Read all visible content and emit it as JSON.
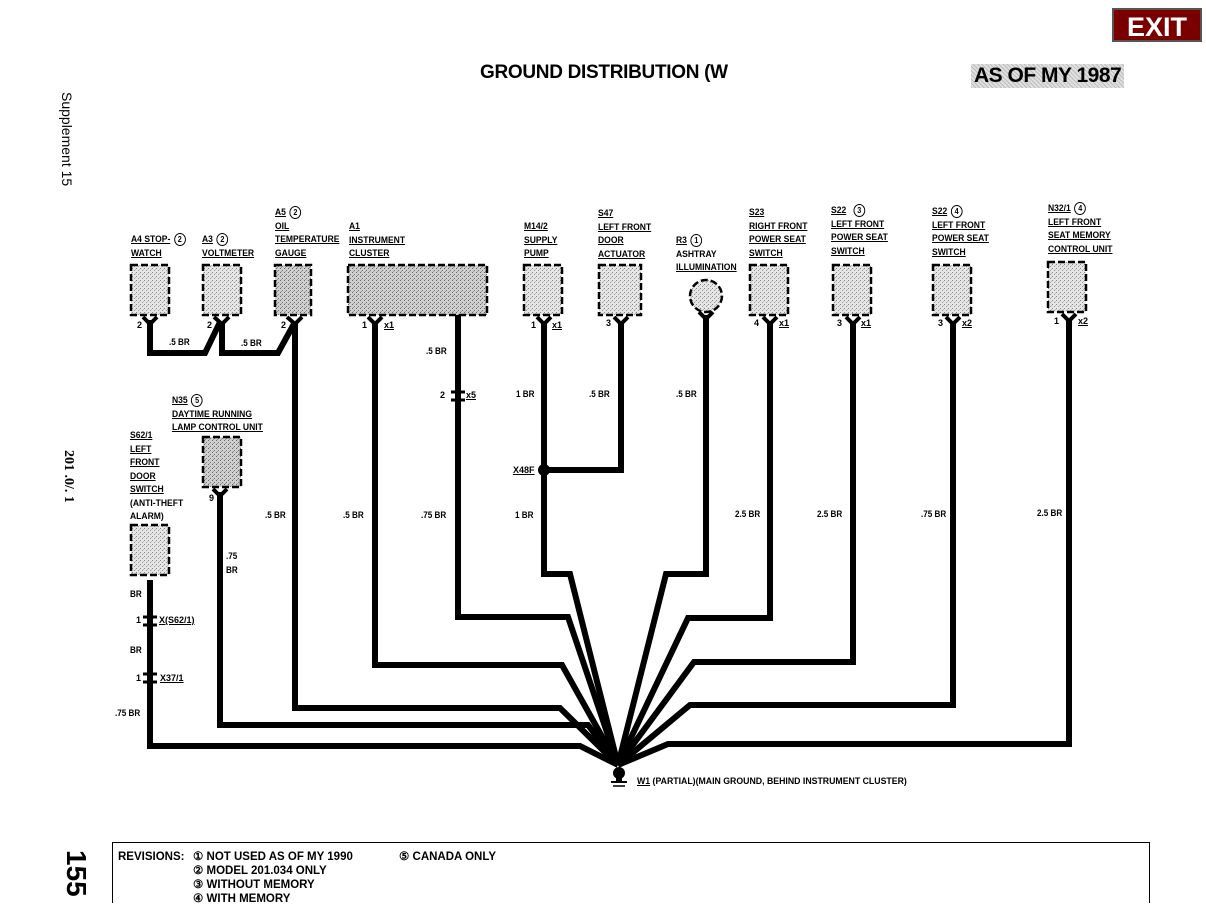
{
  "header": {
    "title": "GROUND DISTRIBUTION (W",
    "as_of": "AS OF MY 1987",
    "exit_label": "EXIT",
    "exit_color": "#7a0000",
    "side_supplement": "Supplement 15",
    "side_model": "201 .0/. 1",
    "page_number": "155"
  },
  "components": [
    {
      "id": "A4",
      "lines": [
        "STOP-",
        "WATCH"
      ],
      "note": "2",
      "pin": "2",
      "connector": ""
    },
    {
      "id": "A3",
      "lines": [
        "VOLTMETER"
      ],
      "note": "2",
      "pin": "2",
      "connector": ""
    },
    {
      "id": "A5",
      "lines": [
        "OIL",
        "TEMPERATURE",
        "GAUGE"
      ],
      "note": "2",
      "pin": "2",
      "connector": ""
    },
    {
      "id": "A1",
      "lines": [
        "INSTRUMENT",
        "CLUSTER"
      ],
      "note": "",
      "pin": "1",
      "connector": "x1"
    },
    {
      "id": "M14/2",
      "lines": [
        "SUPPLY",
        "PUMP"
      ],
      "note": "",
      "pin": "1",
      "connector": "x1"
    },
    {
      "id": "S47",
      "lines": [
        "LEFT FRONT",
        "DOOR",
        "ACTUATOR"
      ],
      "note": "",
      "pin": "3",
      "connector": ""
    },
    {
      "id": "R3",
      "lines": [
        "ASHTRAY",
        "ILLUMINATION"
      ],
      "note": "1",
      "pin": "",
      "connector": ""
    },
    {
      "id": "S23",
      "lines": [
        "RIGHT FRONT",
        "POWER SEAT",
        "SWITCH"
      ],
      "note": "",
      "pin": "4",
      "connector": "x1"
    },
    {
      "id": "S22",
      "lines": [
        "LEFT FRONT",
        "POWER SEAT",
        "SWITCH"
      ],
      "note": "3",
      "pin": "3",
      "connector": "x1"
    },
    {
      "id": "S22",
      "lines": [
        "LEFT FRONT",
        "POWER SEAT",
        "SWITCH"
      ],
      "note": "4",
      "pin": "3",
      "connector": "x2"
    },
    {
      "id": "N32/1",
      "lines": [
        "LEFT FRONT",
        "SEAT MEMORY",
        "CONTROL UNIT"
      ],
      "note": "4",
      "pin": "1",
      "connector": "x2"
    },
    {
      "id": "N35",
      "lines": [
        "DAYTIME RUNNING",
        "LAMP CONTROL UNIT"
      ],
      "note": "5",
      "pin": "9",
      "connector": ""
    },
    {
      "id": "S62/1",
      "lines": [
        "LEFT",
        "FRONT",
        "DOOR",
        "SWITCH",
        "(ANTI-THEFT",
        "ALARM)"
      ],
      "note": "",
      "pin": "",
      "connector": ""
    }
  ],
  "wire_labels": {
    "a4_a3": ".5 BR",
    "a3_a5": ".5 BR",
    "a1_x5_upper": ".5 BR",
    "m14_upper": "1 BR",
    "s47": ".5 BR",
    "r3": ".5 BR",
    "a5_main": ".5 BR",
    "a1_main": ".5 BR",
    "a1_x5_lower": ".75 BR",
    "m14_lower": "1 BR",
    "s23": "2.5 BR",
    "s22_nomem": "2.5 BR",
    "s22_mem": ".75 BR",
    "n32": "2.5 BR",
    "n35_a": ".75",
    "n35_b": "BR",
    "s62_1": "BR",
    "s62_2": "BR",
    "s62_3": ".75 BR"
  },
  "connectors": {
    "x5": {
      "pin": "2",
      "name": "x5"
    },
    "x48f": {
      "name": "X48F"
    },
    "xs62": {
      "pin": "1",
      "name": "X(S62/1)"
    },
    "x37": {
      "pin": "1",
      "name": "X37/1"
    }
  },
  "ground": {
    "id": "W1",
    "desc": "(PARTIAL)(MAIN GROUND, BEHIND INSTRUMENT CLUSTER)"
  },
  "revisions": {
    "label": "REVISIONS:",
    "items": [
      {
        "num": "①",
        "text": "NOT USED AS OF MY 1990"
      },
      {
        "num": "②",
        "text": "MODEL 201.034 ONLY"
      },
      {
        "num": "③",
        "text": "WITHOUT MEMORY"
      },
      {
        "num": "④",
        "text": "WITH MEMORY"
      },
      {
        "num": "⑤",
        "text": "CANADA ONLY"
      }
    ]
  }
}
